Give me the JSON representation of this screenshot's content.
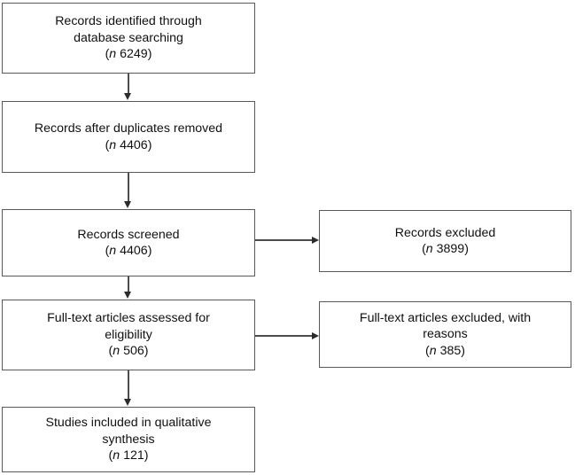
{
  "diagram": {
    "type": "prisma-flow-diagram",
    "boxes": {
      "identified": {
        "line1": "Records identified through",
        "line2": "database searching",
        "count_open": "(",
        "count_symbol": "n",
        "count_value": " 6249",
        "count_close": ")"
      },
      "duplicates": {
        "line1": "Records after duplicates removed",
        "count_open": "(",
        "count_symbol": "n",
        "count_value": " 4406",
        "count_close": ")"
      },
      "screened": {
        "line1": "Records screened",
        "count_open": "(",
        "count_symbol": "n",
        "count_value": " 4406",
        "count_close": ")"
      },
      "excluded_records": {
        "line1": "Records excluded",
        "count_open": "(",
        "count_symbol": "n",
        "count_value": " 3899",
        "count_close": ")"
      },
      "fulltext": {
        "line1": "Full-text articles assessed for",
        "line2": "eligibility",
        "count_open": "(",
        "count_symbol": "n",
        "count_value": " 506",
        "count_close": ")"
      },
      "excluded_fulltext": {
        "line1": "Full-text articles excluded, with",
        "line2": "reasons",
        "count_open": "(",
        "count_symbol": "n",
        "count_value": " 385",
        "count_close": ")"
      },
      "included": {
        "line1": "Studies included in qualitative",
        "line2": "synthesis",
        "count_open": "(",
        "count_symbol": "n",
        "count_value": " 121",
        "count_close": ")"
      }
    },
    "colors": {
      "box_border": "#58595b",
      "connector": "#4d4d4d",
      "arrow": "#2b2b2b",
      "text": "#101010",
      "background": "#ffffff"
    }
  }
}
